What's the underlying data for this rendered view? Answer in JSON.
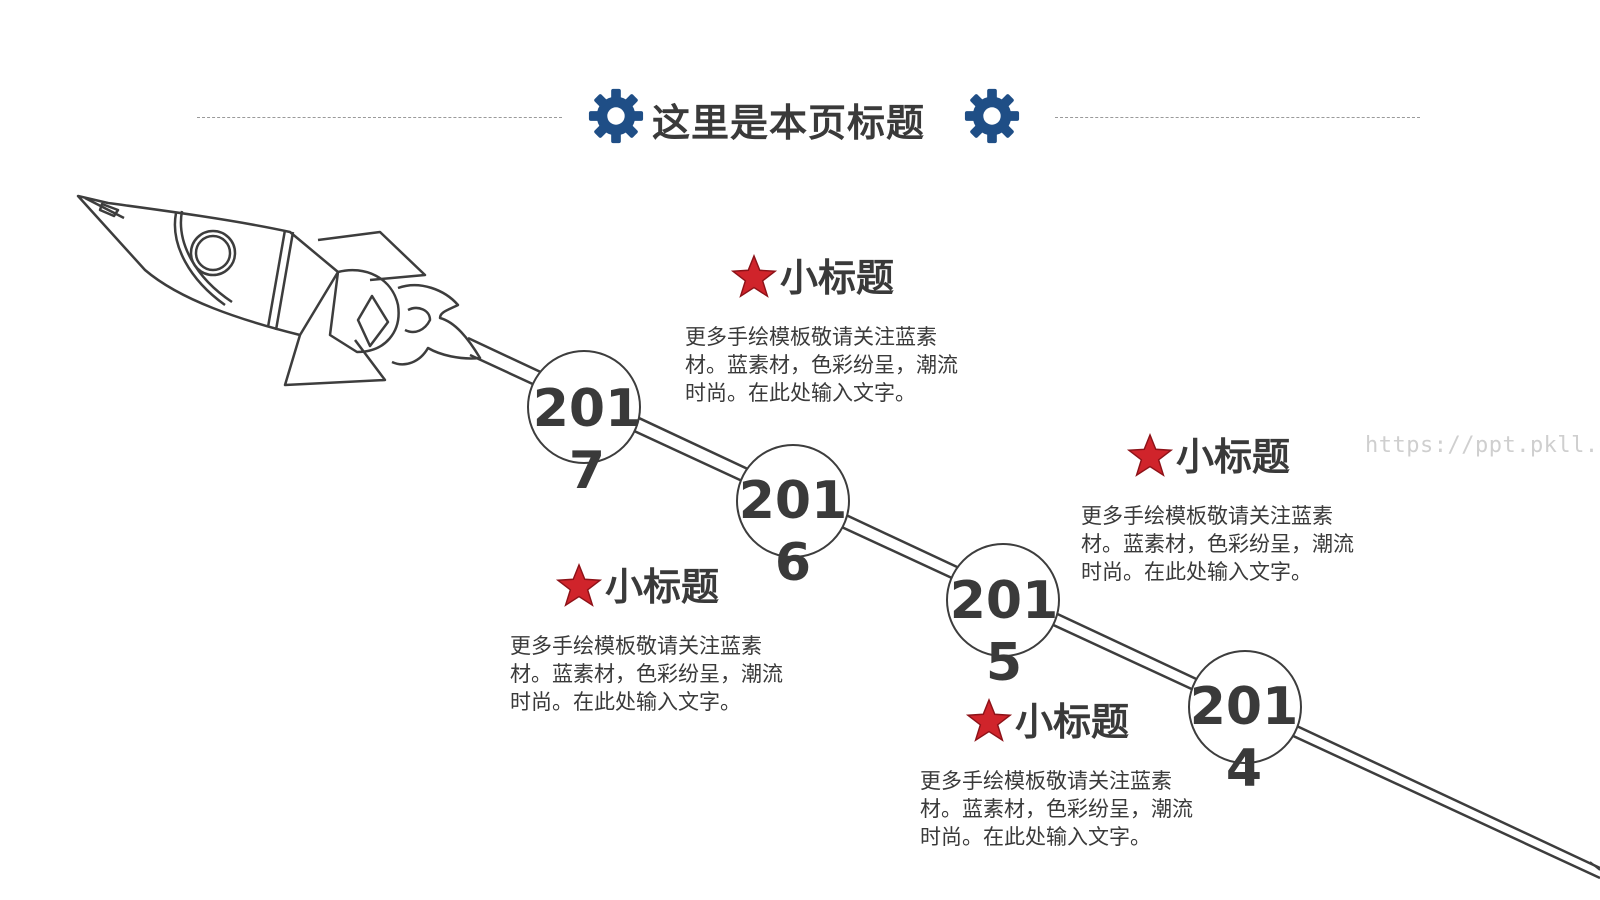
{
  "header": {
    "title": "这里是本页标题",
    "accent_color": "#1f4e86",
    "left_icon": "gear-icon",
    "right_icon": "gear-icon"
  },
  "timeline": [
    {
      "year": "2017",
      "subtitle": "小标题",
      "body": "更多手绘模板敬请关注蓝素材。蓝素材，色彩纷呈，潮流时尚。在此处输入文字。"
    },
    {
      "year": "2016",
      "subtitle": "小标题",
      "body": "更多手绘模板敬请关注蓝素材。蓝素材，色彩纷呈，潮流时尚。在此处输入文字。"
    },
    {
      "year": "2015",
      "subtitle": "小标题",
      "body": "更多手绘模板敬请关注蓝素材。蓝素材，色彩纷呈，潮流时尚。在此处输入文字。"
    },
    {
      "year": "2014",
      "subtitle": "小标题",
      "body": "更多手绘模板敬请关注蓝素材。蓝素材，色彩纷呈，潮流时尚。在此处输入文字。"
    }
  ],
  "star_color": "#d0242b",
  "watermark": "https://ppt.pkll.de"
}
